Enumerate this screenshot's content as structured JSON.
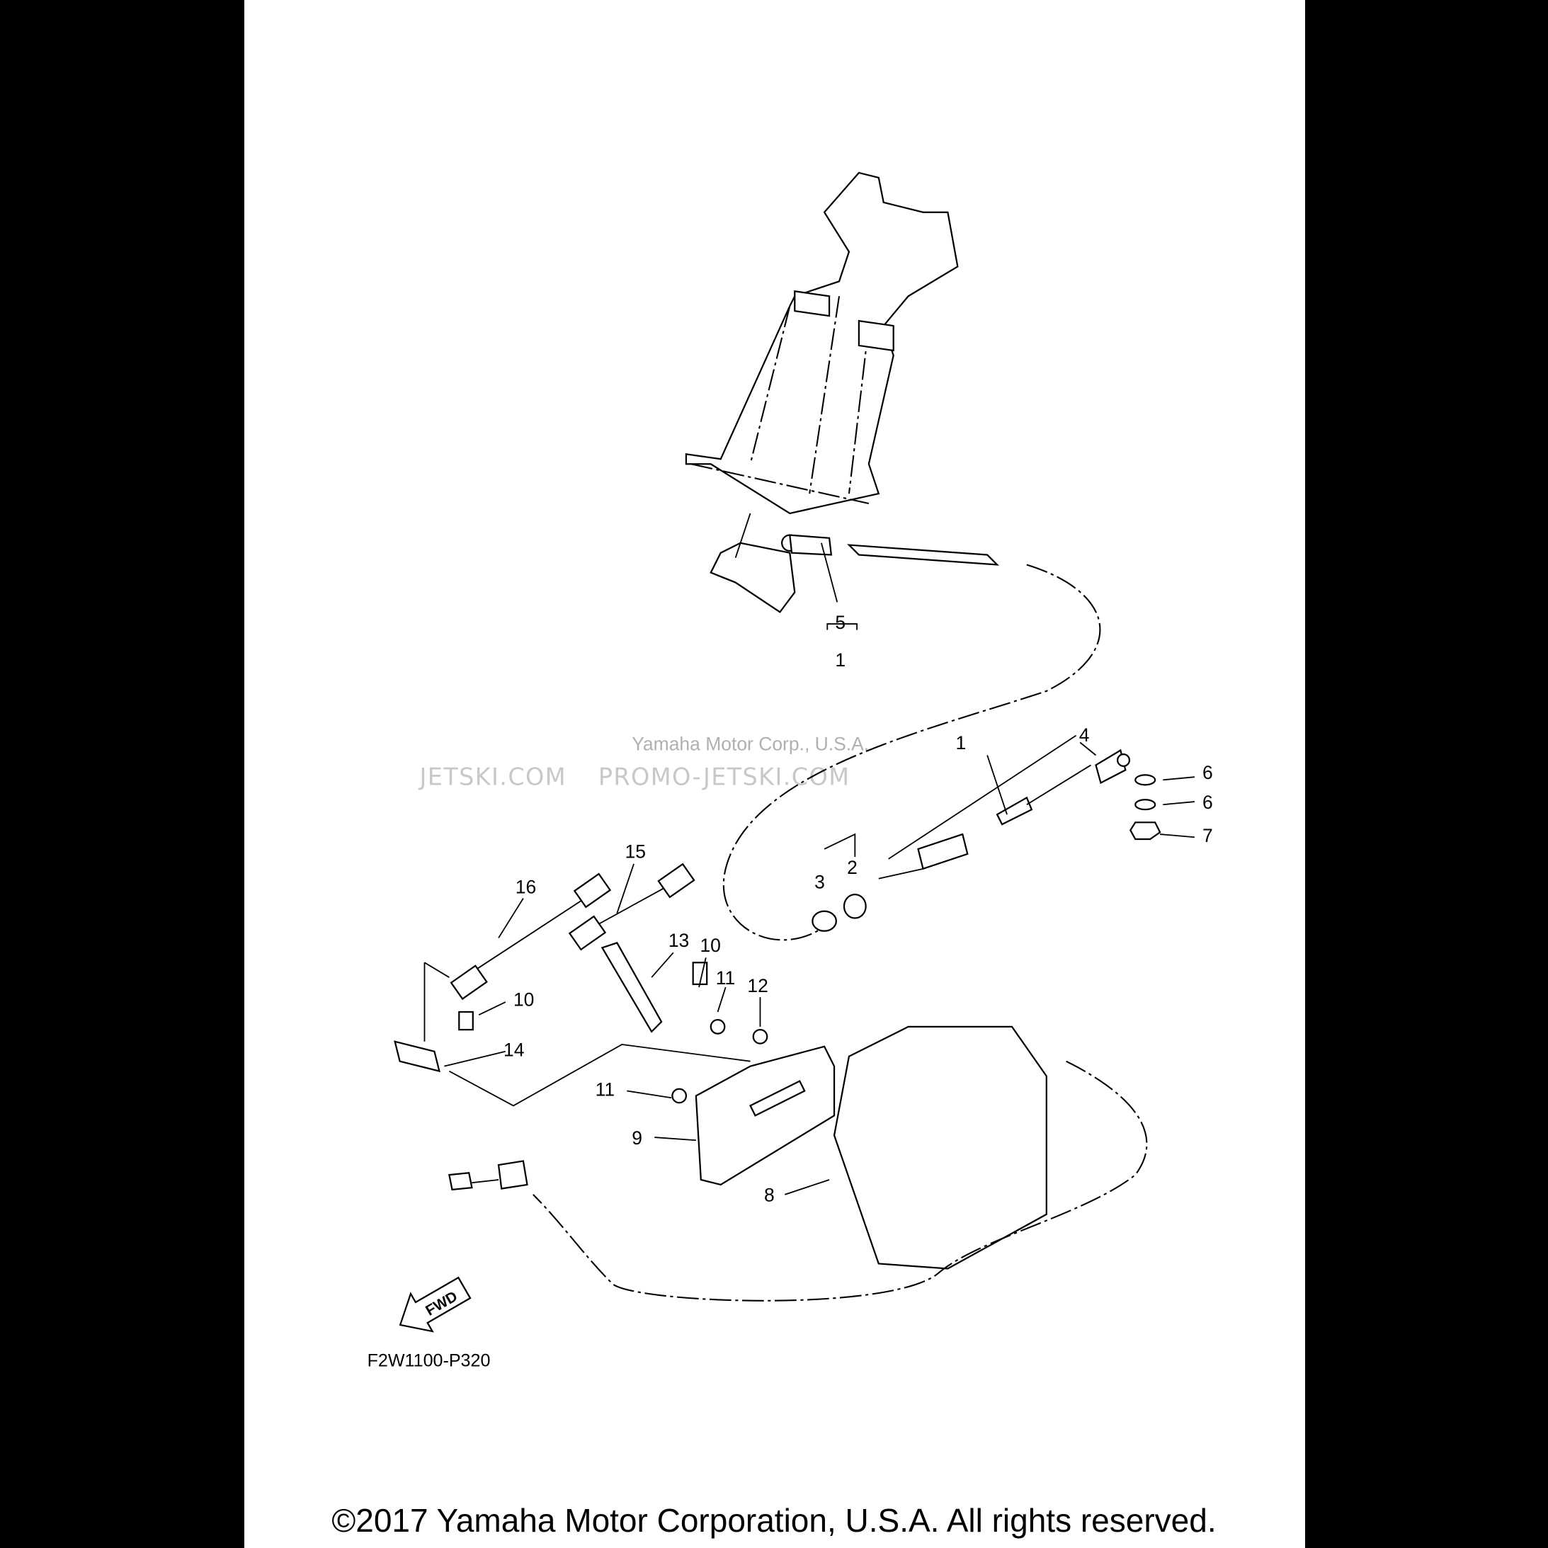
{
  "diagram": {
    "callouts": [
      "5",
      "1",
      "1",
      "4",
      "6",
      "6",
      "7",
      "2",
      "3",
      "15",
      "16",
      "13",
      "10",
      "11",
      "12",
      "10",
      "14",
      "11",
      "9",
      "8"
    ],
    "fwd_label": "FWD",
    "drawing_code": "F2W1100-P320"
  },
  "watermarks": {
    "left": "JETSKI.COM",
    "right": "PROMO-JETSKI.COM",
    "overlay": "Yamaha Motor Corp., U.S.A."
  },
  "footer": {
    "copyright": "©2017 Yamaha Motor Corporation, U.S.A. All rights reserved."
  }
}
